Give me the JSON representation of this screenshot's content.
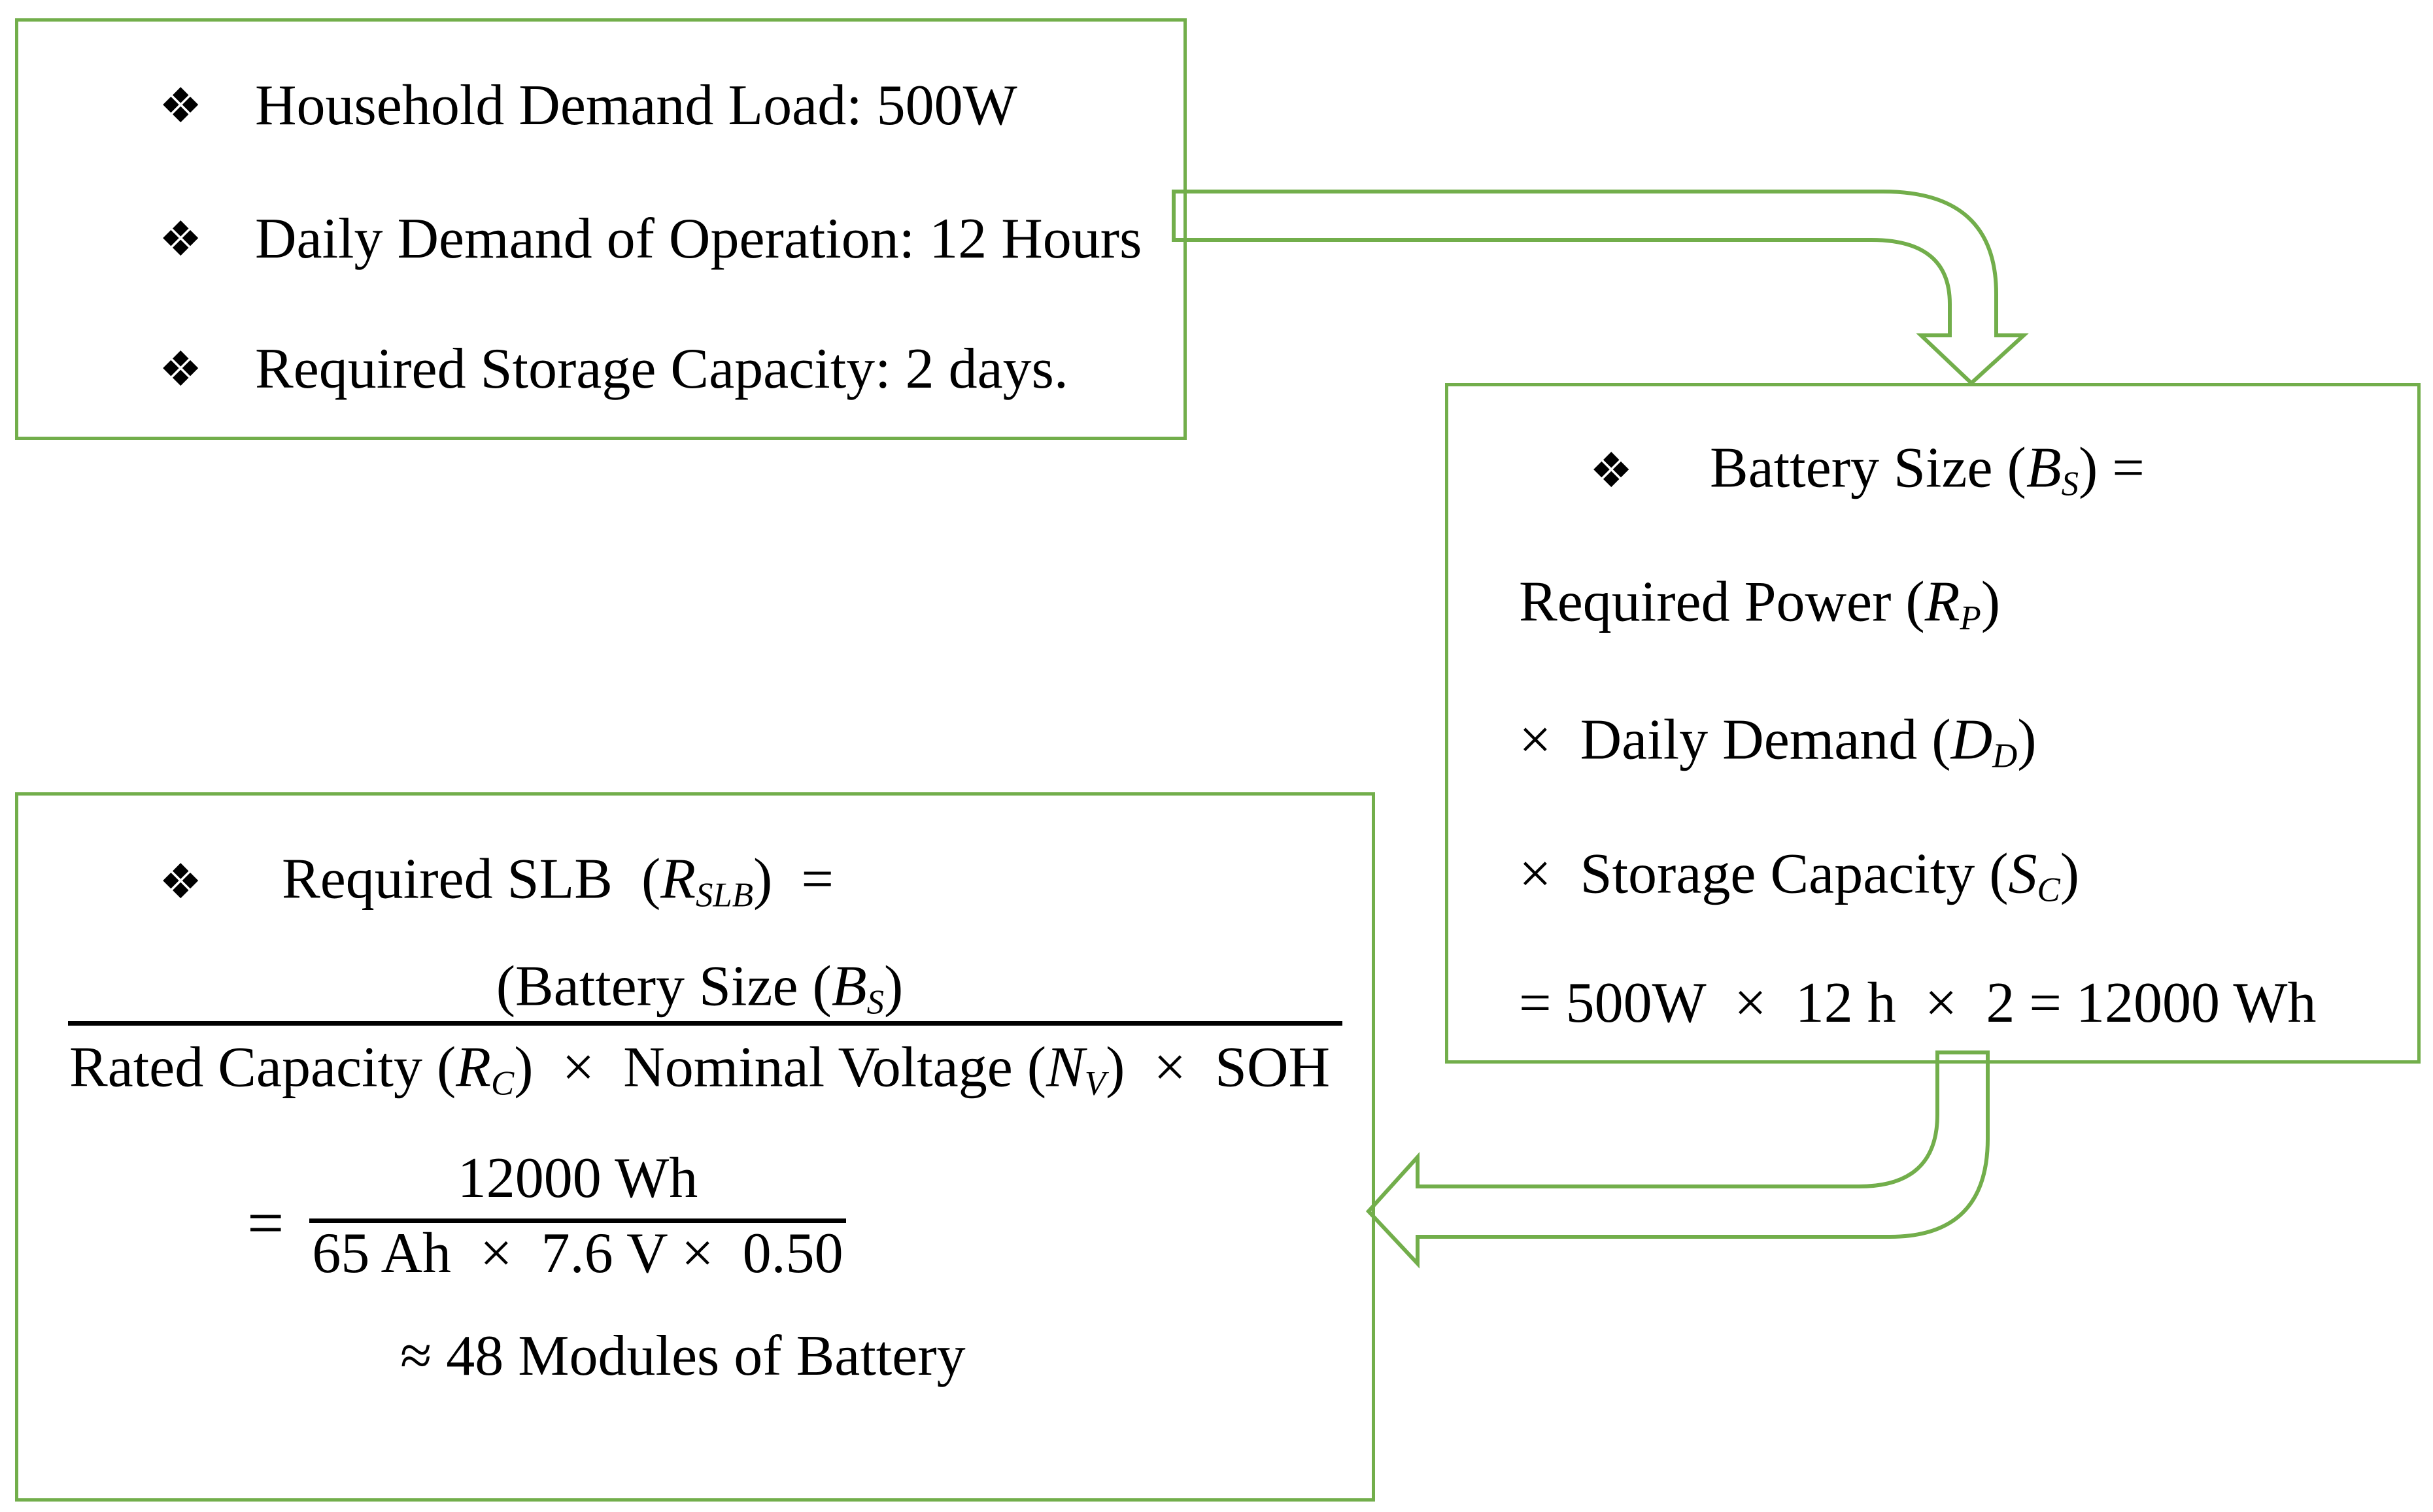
{
  "colors": {
    "accent_green": "#72AE4B",
    "text": "#000000",
    "fraction_rule": "#000000",
    "background": "#FFFFFF"
  },
  "bullet_char": "❖",
  "box1": {
    "lines": [
      "Household Demand Load: 500W",
      "Daily Demand of Operation: 12 Hours",
      "Required Storage Capacity: 2 days."
    ]
  },
  "box2": {
    "line1": [
      [
        "Battery Size (",
        "p"
      ],
      [
        "B",
        "v"
      ],
      [
        "S",
        "vs"
      ],
      [
        ") =",
        "p"
      ]
    ],
    "line2": [
      [
        "Required Power (",
        "p"
      ],
      [
        "R",
        "v"
      ],
      [
        "P",
        "vs"
      ],
      [
        ")",
        "p"
      ]
    ],
    "line3": [
      [
        "×  Daily Demand (",
        "p"
      ],
      [
        "D",
        "v"
      ],
      [
        "D",
        "vs"
      ],
      [
        ")",
        "p"
      ]
    ],
    "line4": [
      [
        "×  Storage Capacity (",
        "p"
      ],
      [
        "S",
        "v"
      ],
      [
        "C",
        "vs"
      ],
      [
        ")",
        "p"
      ]
    ],
    "line5": [
      [
        "= 500W  ×  12 h  ×  2 = 12000 Wh",
        "p"
      ]
    ]
  },
  "box3": {
    "line1": [
      [
        "Required SLB  (",
        "p"
      ],
      [
        "R",
        "v"
      ],
      [
        "SLB",
        "vs"
      ],
      [
        ")  =",
        "p"
      ]
    ],
    "fraction1_numerator": [
      [
        "(Battery Size (",
        "p"
      ],
      [
        "B",
        "v"
      ],
      [
        "S",
        "vs"
      ],
      [
        ")",
        "p"
      ]
    ],
    "fraction1_denominator": [
      [
        "Rated Capacity (",
        "p"
      ],
      [
        "R",
        "v"
      ],
      [
        "C",
        "vs"
      ],
      [
        ")  ×  Nominal Voltage (",
        "p"
      ],
      [
        "N",
        "v"
      ],
      [
        "V",
        "vs"
      ],
      [
        ")  ×  SOH",
        "p"
      ]
    ],
    "equals_sign": "=",
    "fraction2_numerator": "12000 Wh",
    "fraction2_denominator": "65 Ah  ×  7.6 V ×  0.50",
    "result_line": "≈ 48 Modules of Battery"
  }
}
